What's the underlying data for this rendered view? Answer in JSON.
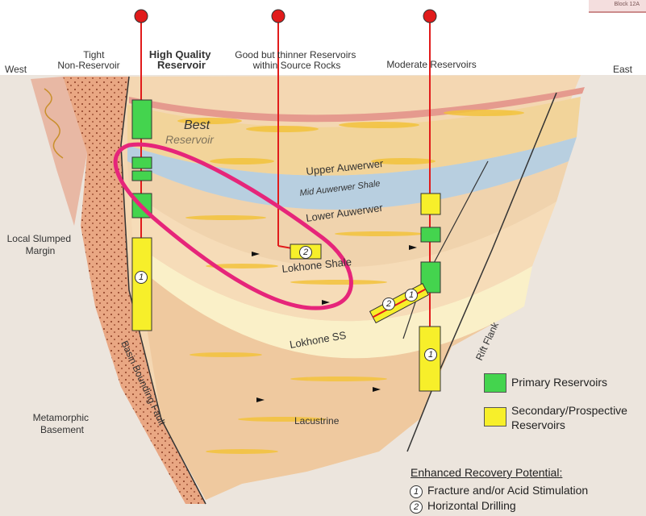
{
  "header": {
    "west": "West",
    "east": "East",
    "tight_non_reservoir": "Tight\nNon-Reservoir",
    "high_quality_reservoir": "High Quality\nReservoir",
    "good_thinner": "Good but thinner Reservoirs\nwithin Source Rocks",
    "moderate_reservoirs": "Moderate Reservoirs",
    "block_tag": "Block 12A"
  },
  "layers": {
    "best": "Best",
    "reservoir": "Reservoir",
    "upper_auwerwer": "Upper Auwerwer",
    "mid_auwerwer_shale": "Mid Auwerwer Shale",
    "lower_auwerwer": "Lower Auwerwer",
    "lokhone_shale": "Lokhone Shale",
    "lokhone_ss": "Lokhone SS",
    "lacustrine": "Lacustrine"
  },
  "side_labels": {
    "local_slumped_margin": "Local Slumped\nMargin",
    "metamorphic_basement": "Metamorphic\nBasement",
    "basin_bounding_fault": "Basin Bounding Fault",
    "rift_flank": "Rift Flank"
  },
  "legend": {
    "primary": "Primary Reservoirs",
    "secondary": "Secondary/Prospective\nReservoirs",
    "enhanced_title": "Enhanced Recovery Potential",
    "item1_num": "1",
    "item1": "Fracture and/or Acid Stimulation",
    "item2_num": "2",
    "item2": "Horizontal Drilling"
  },
  "colors": {
    "primary": "#44d44e",
    "secondary": "#f7ef2a",
    "well_line": "#e11b1b",
    "highlight": "#e6257a"
  }
}
